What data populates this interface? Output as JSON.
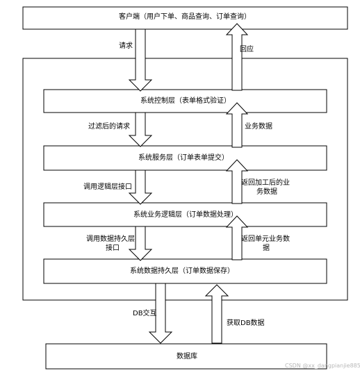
{
  "boxes": {
    "client": "客户端（用户下单、商品查询、订单查询）",
    "controller": "系统控制层（表单格式验证）",
    "service": "系统服务层（订单表单提交）",
    "business": "系统业务逻辑层（订单数据处理）",
    "persistence": "系统数据持久层（订单数据保存）",
    "database": "数据库"
  },
  "arrows": {
    "request": "请求",
    "response": "回应",
    "filtered_request": "过滤后的请求",
    "business_data": "业务数据",
    "call_logic_line1": "调用逻辑层接口",
    "return_processed_line1": "返回加工后的业",
    "return_processed_line2": "务数据",
    "call_persistence_line1": "调用数据持久层",
    "call_persistence_line2": "接口",
    "return_unit_line1": "返回单元业务数",
    "return_unit_line2": "据",
    "db_interaction": "DB交互",
    "get_db_data": "获取DB数据"
  },
  "watermark": "CSDN @xx_dangpianjie885"
}
